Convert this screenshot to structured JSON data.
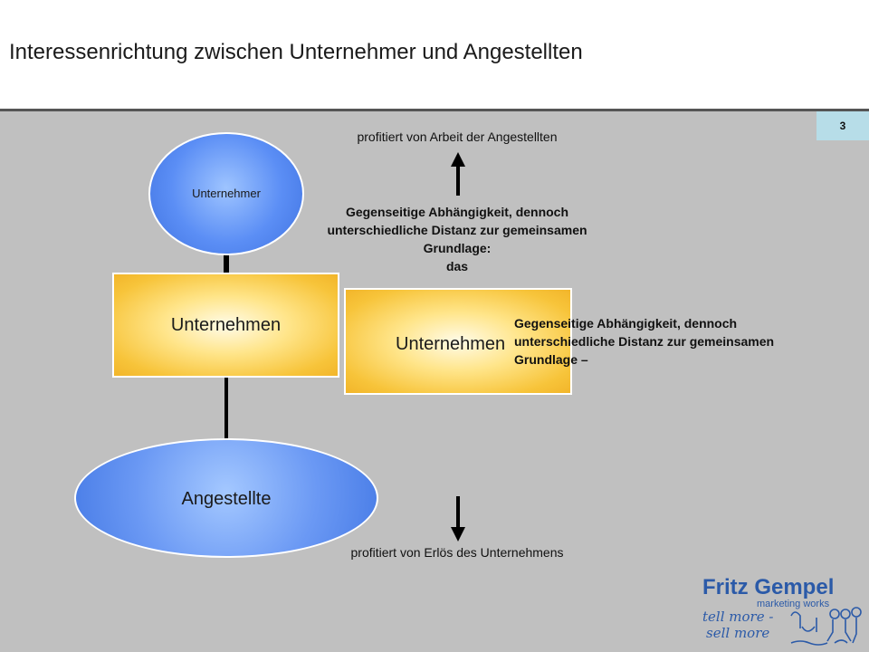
{
  "title": "Interessenrichtung zwischen Unternehmer und Angestellten",
  "page_number": "3",
  "nodes": {
    "top_ellipse": "Unternehmer",
    "left_box": "Unternehmen",
    "right_box": "Unternehmen",
    "bottom_ellipse": "Angestellte"
  },
  "labels": {
    "top": "profitiert von Arbeit der Angestellten",
    "bottom": "profitiert von Erlös des Unternehmens",
    "center": [
      "Gegenseitige Abhängigkeit, dennoch",
      "unterschiedliche Distanz zur gemeinsamen",
      "Grundlage:",
      "das"
    ],
    "right": [
      "Gegenseitige Abhängigkeit, dennoch",
      "unterschiedliche Distanz zur gemeinsamen",
      "Grundlage –"
    ]
  },
  "logo": {
    "name": "Fritz Gempel",
    "tagline": "marketing works",
    "slogan_line1": "tell more -",
    "slogan_line2": "sell more"
  },
  "colors": {
    "background": "#c0c0c0",
    "ellipse_blue": "#5b8ef5",
    "box_yellow": "#f7c43a",
    "arrow_green": "#2e8b2e",
    "logo_blue": "#2b5aa8"
  }
}
